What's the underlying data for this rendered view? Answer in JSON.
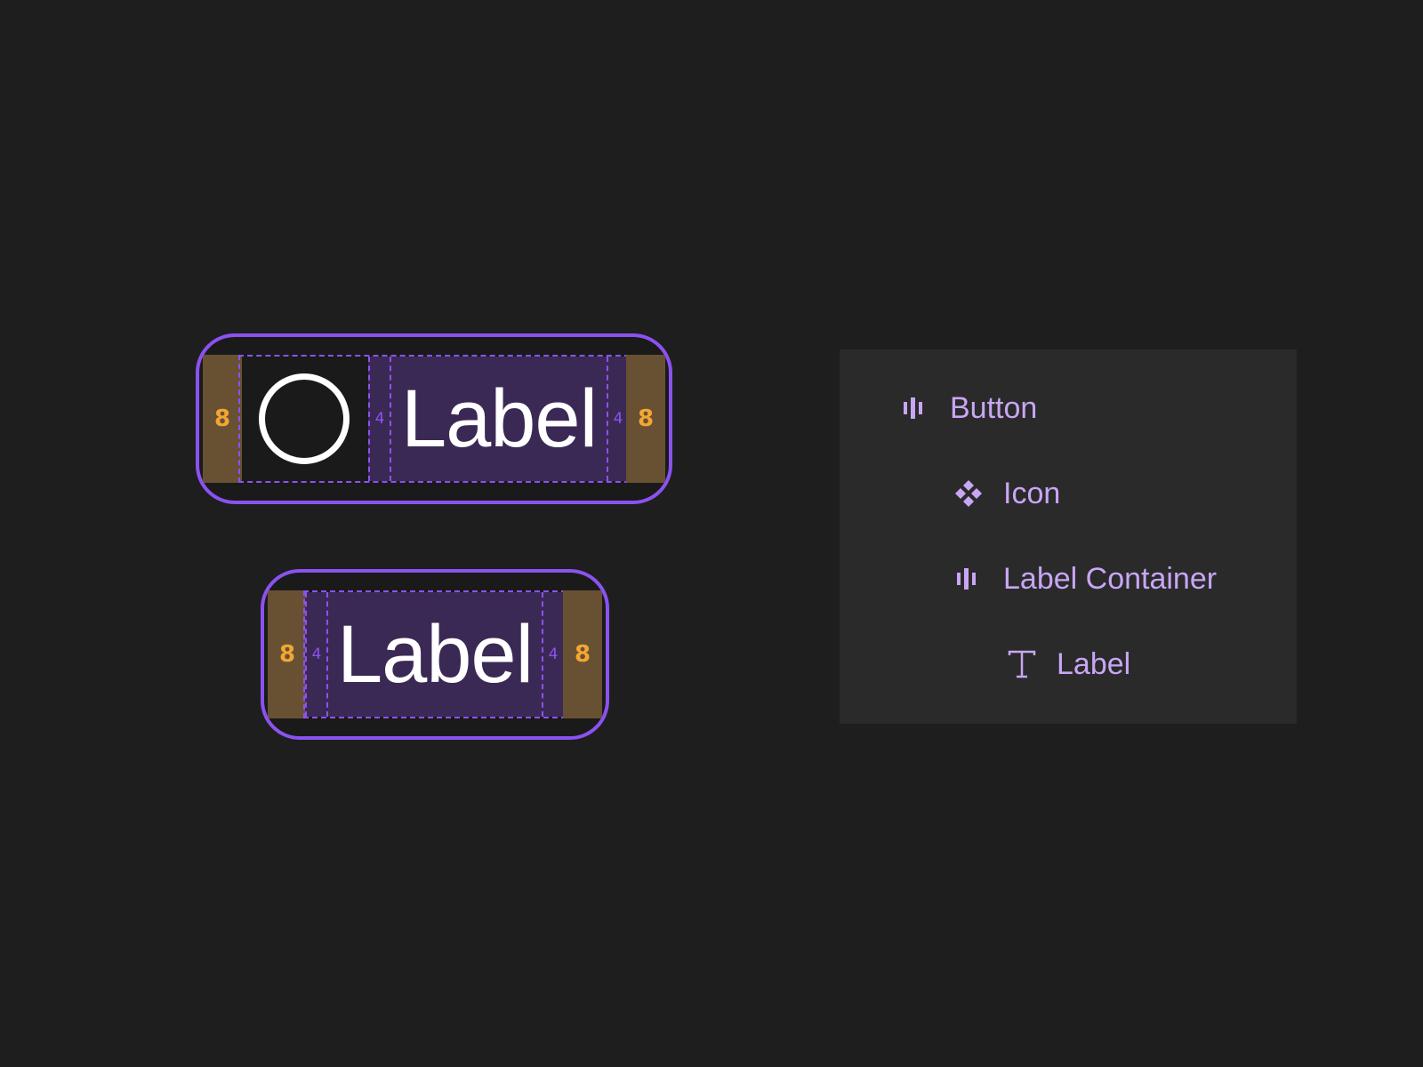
{
  "specimens": {
    "with_icon": {
      "padding_left": "8",
      "padding_right": "8",
      "gap_left": "4",
      "gap_right": "4",
      "label": "Label"
    },
    "without_icon": {
      "padding_left": "8",
      "padding_right": "8",
      "gap_left": "4",
      "gap_right": "4",
      "label": "Label"
    }
  },
  "layers": [
    {
      "name": "Button",
      "icon": "auto-layout-icon"
    },
    {
      "name": "Icon",
      "icon": "component-icon"
    },
    {
      "name": "Label Container",
      "icon": "auto-layout-icon"
    },
    {
      "name": "Label",
      "icon": "text-icon"
    }
  ],
  "colors": {
    "background": "#1e1e1e",
    "outline": "#8b52f0",
    "padding": "#685133",
    "padding_text": "#f2a633",
    "label_fill": "#3b2955",
    "panel": "#2a2a2a",
    "layer_text": "#c8a6f5"
  }
}
